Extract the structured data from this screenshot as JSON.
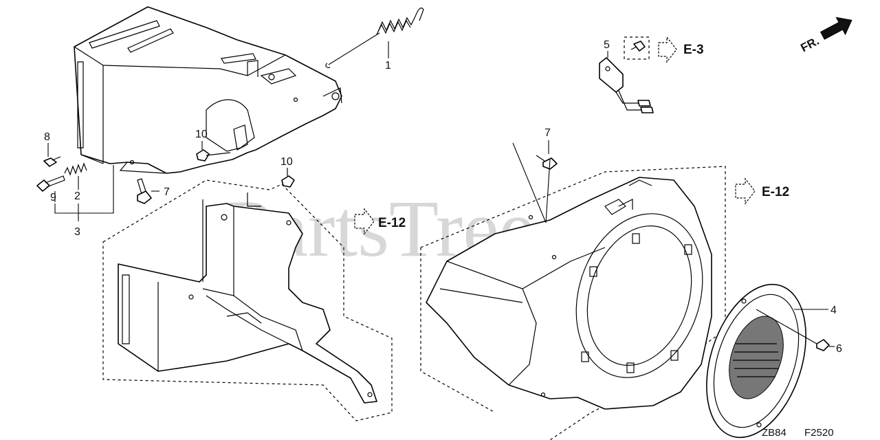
{
  "watermark": "PartsTree",
  "orientation": {
    "label": "FR.",
    "icon": "forward-arrow-icon"
  },
  "references": [
    {
      "id": "ref-e3",
      "text": "E-3"
    },
    {
      "id": "ref-e12-right",
      "text": "E-12"
    },
    {
      "id": "ref-e12-left",
      "text": "E-12"
    }
  ],
  "callouts": {
    "c1": "1",
    "c2": "2",
    "c3": "3",
    "c4": "4",
    "c5": "5",
    "c6": "6",
    "c7a": "7",
    "c7b": "7",
    "c8": "8",
    "c9": "9",
    "c10a": "10",
    "c10b": "10"
  },
  "footer": {
    "code1": "ZB84",
    "code2": "F2520"
  }
}
